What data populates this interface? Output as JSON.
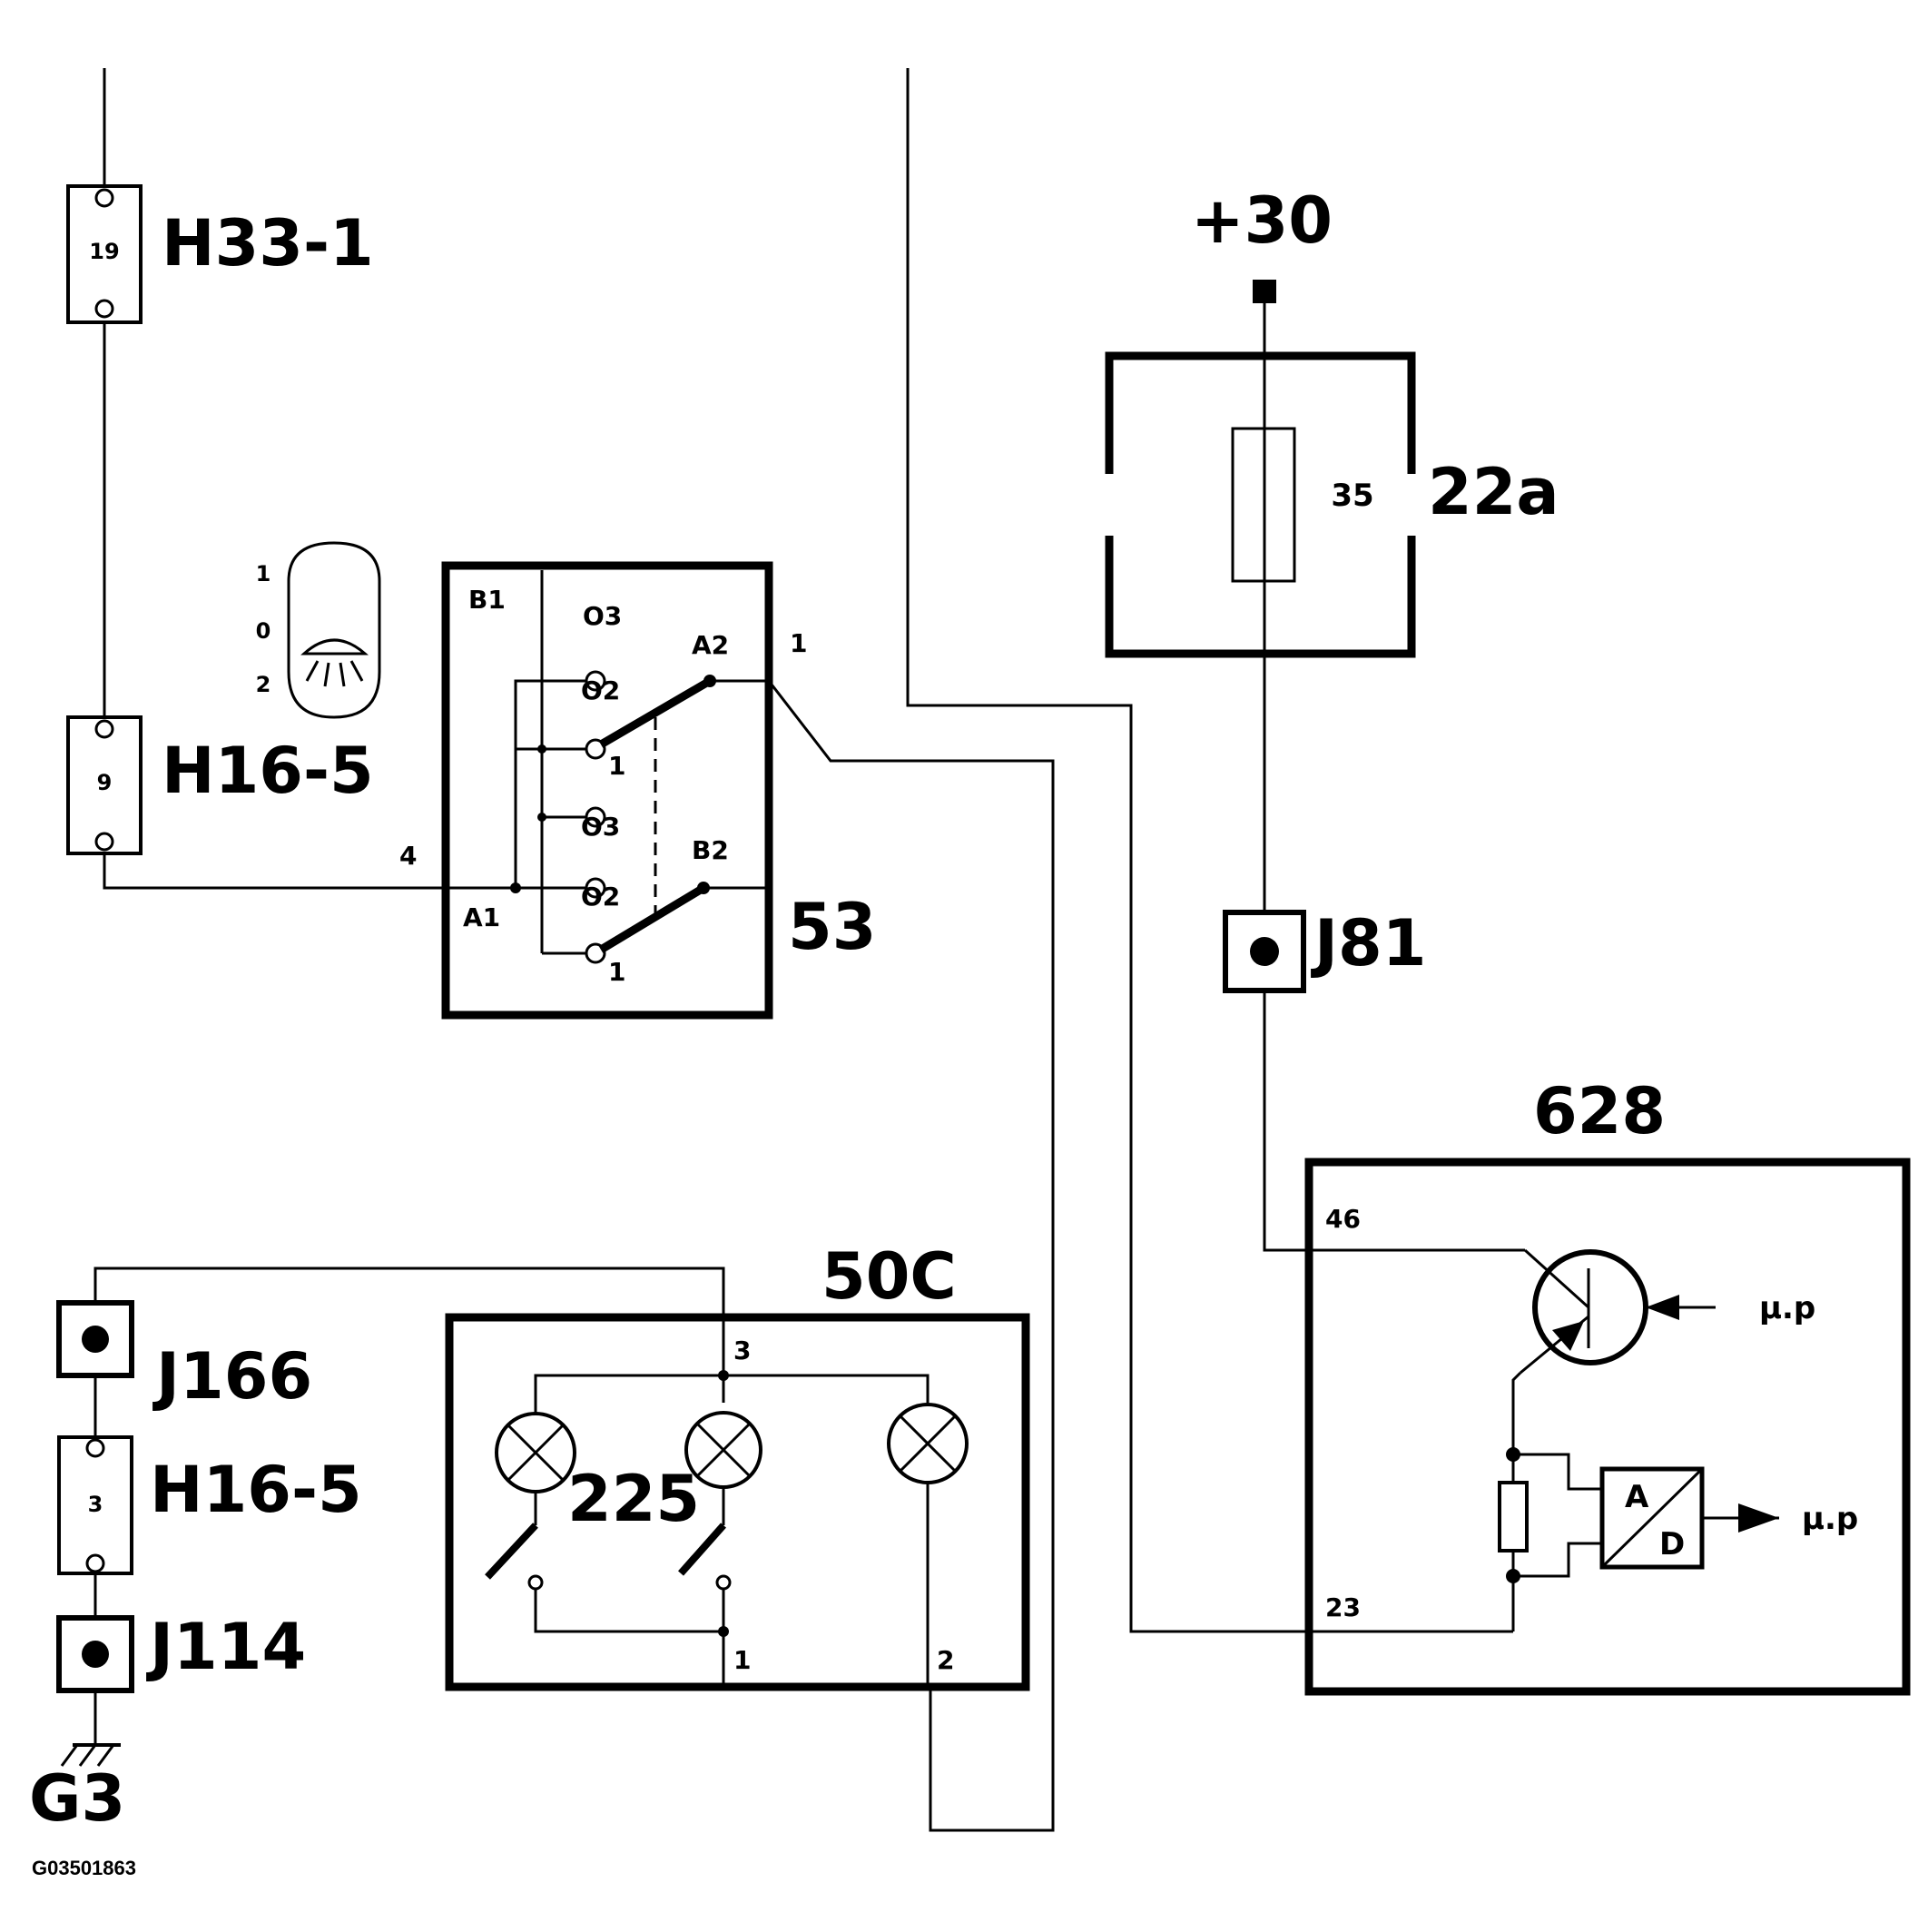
{
  "components": {
    "fuse_h33": {
      "label": "H33-1",
      "pin": "19"
    },
    "fuse_h16_top": {
      "label": "H16-5",
      "pin": "9"
    },
    "fuse_h16_bottom": {
      "label": "H16-5",
      "pin": "3"
    },
    "fuse_22a": {
      "label": "22a",
      "rating": "35"
    },
    "supply": {
      "label": "+30"
    },
    "switch_53": {
      "label": "53"
    },
    "lamp_unit_50c": {
      "label": "50C",
      "lamp_label": "225"
    },
    "module_628": {
      "label": "628",
      "input_label": "µ.p",
      "output_label": "µ.p",
      "ad_a": "A",
      "ad_d": "D"
    },
    "junction_j81": {
      "label": "J81"
    },
    "junction_j166": {
      "label": "J166"
    },
    "junction_j114": {
      "label": "J114"
    },
    "ground": {
      "label": "G3"
    }
  },
  "switch_symbol": {
    "pos_1": "1",
    "pos_0": "0",
    "pos_2": "2"
  },
  "switch_terminals": {
    "b1": "B1",
    "a2": "A2",
    "b2": "B2",
    "a1": "A1",
    "o3_top": "O3",
    "o2_a": "O2",
    "o1_a": "1",
    "o3_b": "O3",
    "o2_b": "O2",
    "o1_b": "1",
    "out_pin": "1",
    "in_pin": "4"
  },
  "pins_50c": {
    "p3": "3",
    "p1": "1",
    "p2": "2"
  },
  "pins_628": {
    "p46": "46",
    "p23": "23"
  },
  "reference": "G03501863"
}
